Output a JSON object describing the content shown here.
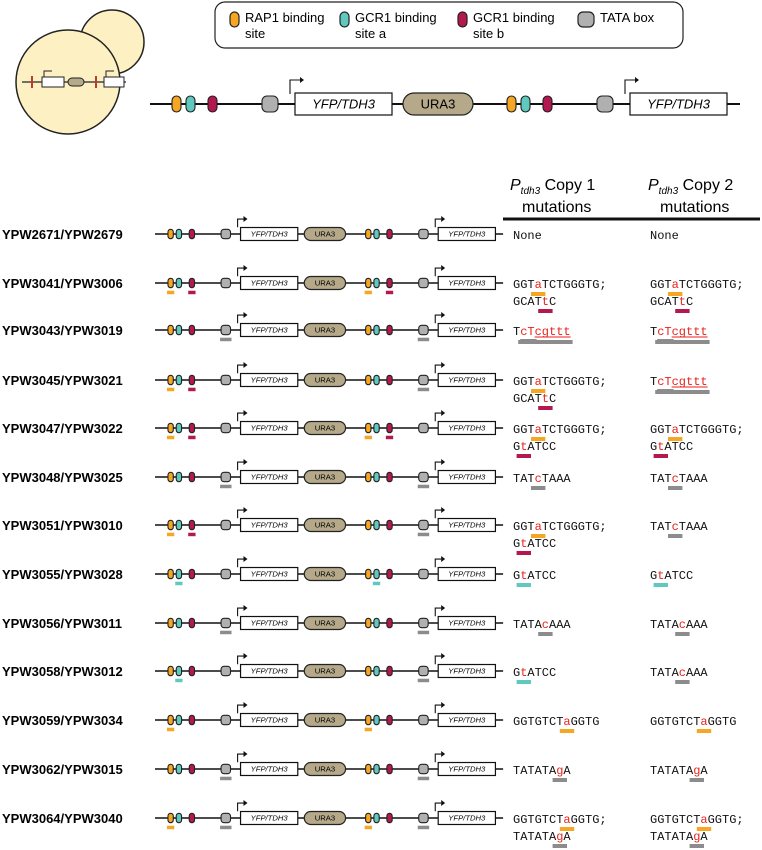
{
  "legend": [
    {
      "key": "rap1",
      "label_l1": "RAP1 binding",
      "label_l2": "site",
      "color": "#f5a623"
    },
    {
      "key": "gcr1a",
      "label_l1": "GCR1 binding",
      "label_l2": "site a",
      "color": "#5fc9c0"
    },
    {
      "key": "gcr1b",
      "label_l1": "GCR1 binding",
      "label_l2": "site b",
      "color": "#b3184f"
    },
    {
      "key": "tata",
      "label_l1": "TATA box",
      "label_l2": "",
      "color": "#b0b0b0"
    }
  ],
  "construct": {
    "reporter_label": "YFP/TDH3",
    "marker_label": "URA3"
  },
  "header": {
    "copy1": {
      "p": "P",
      "sub": "tdh3",
      "rest": " Copy 1",
      "line2": "mutations"
    },
    "copy2": {
      "p": "P",
      "sub": "tdh3",
      "rest": " Copy 2",
      "line2": "mutations"
    }
  },
  "colors": {
    "mutation": "#e8231c",
    "underline_rap1": "#f5a623",
    "underline_gcr1a": "#5fc9c0",
    "underline_gcr1b": "#b3184f",
    "underline_tata": "#8c8c8c",
    "cell": "#fdf0c2"
  },
  "rows": [
    {
      "strain": "YPW2671/YPW2679",
      "m1": [
        [
          "None"
        ]
      ],
      "m2": [
        [
          "None"
        ]
      ],
      "marks1": [],
      "marks2": []
    },
    {
      "strain": "YPW3041/YPW3006",
      "m1": [
        [
          "GGT",
          ""
        ],
        [
          "a",
          "rap1"
        ],
        [
          "TCTGGGTG;",
          ""
        ],
        [
          "|"
        ],
        [
          "GCAT",
          ""
        ],
        [
          "t",
          "gcr1b"
        ],
        [
          "C",
          ""
        ]
      ],
      "m2": [
        [
          "GGT",
          ""
        ],
        [
          "a",
          "rap1"
        ],
        [
          "TCTGGGTG;",
          ""
        ],
        [
          "|"
        ],
        [
          "GCAT",
          ""
        ],
        [
          "t",
          "gcr1b"
        ],
        [
          "C",
          ""
        ]
      ],
      "marks1": [
        "rap1",
        "gcr1b"
      ],
      "marks2": [
        "rap1",
        "gcr1b"
      ]
    },
    {
      "strain": "YPW3043/YPW3019",
      "m1": [
        [
          "T",
          ""
        ],
        [
          "cT",
          "tata"
        ],
        [
          "cgttt",
          "tataL"
        ]
      ],
      "m2": [
        [
          "T",
          ""
        ],
        [
          "cT",
          "tata"
        ],
        [
          "cgttt",
          "tataL"
        ]
      ],
      "marks1": [
        "tata"
      ],
      "marks2": [
        "tata"
      ]
    },
    {
      "strain": "YPW3045/YPW3021",
      "m1": [
        [
          "GGT",
          ""
        ],
        [
          "a",
          "rap1"
        ],
        [
          "TCTGGGTG;",
          ""
        ],
        [
          "|"
        ],
        [
          "GCAT",
          ""
        ],
        [
          "t",
          "gcr1b"
        ],
        [
          "C",
          ""
        ]
      ],
      "m2": [
        [
          "T",
          ""
        ],
        [
          "cT",
          "tata"
        ],
        [
          "cgttt",
          "tataL"
        ]
      ],
      "marks1": [
        "rap1",
        "gcr1b"
      ],
      "marks2": [
        "tata"
      ]
    },
    {
      "strain": "YPW3047/YPW3022",
      "m1": [
        [
          "GGT",
          ""
        ],
        [
          "a",
          "rap1"
        ],
        [
          "TCTGGGTG;",
          ""
        ],
        [
          "|"
        ],
        [
          "G",
          ""
        ],
        [
          "t",
          "gcr1b"
        ],
        [
          "ATCC",
          ""
        ]
      ],
      "m2": [
        [
          "GGT",
          ""
        ],
        [
          "a",
          "rap1"
        ],
        [
          "TCTGGGTG;",
          ""
        ],
        [
          "|"
        ],
        [
          "G",
          ""
        ],
        [
          "t",
          "gcr1b"
        ],
        [
          "ATCC",
          ""
        ]
      ],
      "marks1": [
        "rap1",
        "gcr1b"
      ],
      "marks2": [
        "rap1",
        "gcr1b"
      ]
    },
    {
      "strain": "YPW3048/YPW3025",
      "m1": [
        [
          "TAT",
          ""
        ],
        [
          "c",
          "tata"
        ],
        [
          "TAAA",
          ""
        ]
      ],
      "m2": [
        [
          "TAT",
          ""
        ],
        [
          "c",
          "tata"
        ],
        [
          "TAAA",
          ""
        ]
      ],
      "marks1": [
        "tata"
      ],
      "marks2": [
        "tata"
      ]
    },
    {
      "strain": "YPW3051/YPW3010",
      "m1": [
        [
          "GGT",
          ""
        ],
        [
          "a",
          "rap1"
        ],
        [
          "TCTGGGTG;",
          ""
        ],
        [
          "|"
        ],
        [
          "G",
          ""
        ],
        [
          "t",
          "gcr1b"
        ],
        [
          "ATCC",
          ""
        ]
      ],
      "m2": [
        [
          "TAT",
          ""
        ],
        [
          "c",
          "tata"
        ],
        [
          "TAAA",
          ""
        ]
      ],
      "marks1": [
        "rap1",
        "gcr1b"
      ],
      "marks2": [
        "tata"
      ]
    },
    {
      "strain": "YPW3055/YPW3028",
      "m1": [
        [
          "G",
          ""
        ],
        [
          "t",
          "gcr1a"
        ],
        [
          "ATCC",
          ""
        ]
      ],
      "m2": [
        [
          "G",
          ""
        ],
        [
          "t",
          "gcr1a"
        ],
        [
          "ATCC",
          ""
        ]
      ],
      "marks1": [
        "gcr1a"
      ],
      "marks2": [
        "gcr1a"
      ]
    },
    {
      "strain": "YPW3056/YPW3011",
      "m1": [
        [
          "TATA",
          ""
        ],
        [
          "c",
          "tata"
        ],
        [
          "AAA",
          ""
        ]
      ],
      "m2": [
        [
          "TATA",
          ""
        ],
        [
          "c",
          "tata"
        ],
        [
          "AAA",
          ""
        ]
      ],
      "marks1": [
        "tata"
      ],
      "marks2": [
        "tata"
      ]
    },
    {
      "strain": "YPW3058/YPW3012",
      "m1": [
        [
          "G",
          ""
        ],
        [
          "t",
          "gcr1a"
        ],
        [
          "ATCC",
          ""
        ]
      ],
      "m2": [
        [
          "TATA",
          ""
        ],
        [
          "c",
          "tata"
        ],
        [
          "AAA",
          ""
        ]
      ],
      "marks1": [
        "gcr1a"
      ],
      "marks2": [
        "tata"
      ]
    },
    {
      "strain": "YPW3059/YPW3034",
      "m1": [
        [
          "GGTGTCT",
          ""
        ],
        [
          "a",
          "rap1"
        ],
        [
          "GGTG",
          ""
        ]
      ],
      "m2": [
        [
          "GGTGTCT",
          ""
        ],
        [
          "a",
          "rap1"
        ],
        [
          "GGTG",
          ""
        ]
      ],
      "marks1": [
        "rap1"
      ],
      "marks2": [
        "rap1"
      ]
    },
    {
      "strain": "YPW3062/YPW3015",
      "m1": [
        [
          "TATATA",
          ""
        ],
        [
          "g",
          "tata"
        ],
        [
          "A",
          ""
        ]
      ],
      "m2": [
        [
          "TATATA",
          ""
        ],
        [
          "g",
          "tata"
        ],
        [
          "A",
          ""
        ]
      ],
      "marks1": [
        "tata"
      ],
      "marks2": [
        "tata"
      ]
    },
    {
      "strain": "YPW3064/YPW3040",
      "m1": [
        [
          "GGTGTCT",
          ""
        ],
        [
          "a",
          "rap1"
        ],
        [
          "GGTG;",
          ""
        ],
        [
          "|"
        ],
        [
          "TATATA",
          ""
        ],
        [
          "g",
          "tata"
        ],
        [
          "A",
          ""
        ]
      ],
      "m2": [
        [
          "GGTGTCT",
          ""
        ],
        [
          "a",
          "rap1"
        ],
        [
          "GGTG;",
          ""
        ],
        [
          "|"
        ],
        [
          "TATATA",
          ""
        ],
        [
          "g",
          "tata"
        ],
        [
          "A",
          ""
        ]
      ],
      "marks1": [
        "rap1",
        "tata"
      ],
      "marks2": [
        "rap1",
        "tata"
      ]
    }
  ]
}
